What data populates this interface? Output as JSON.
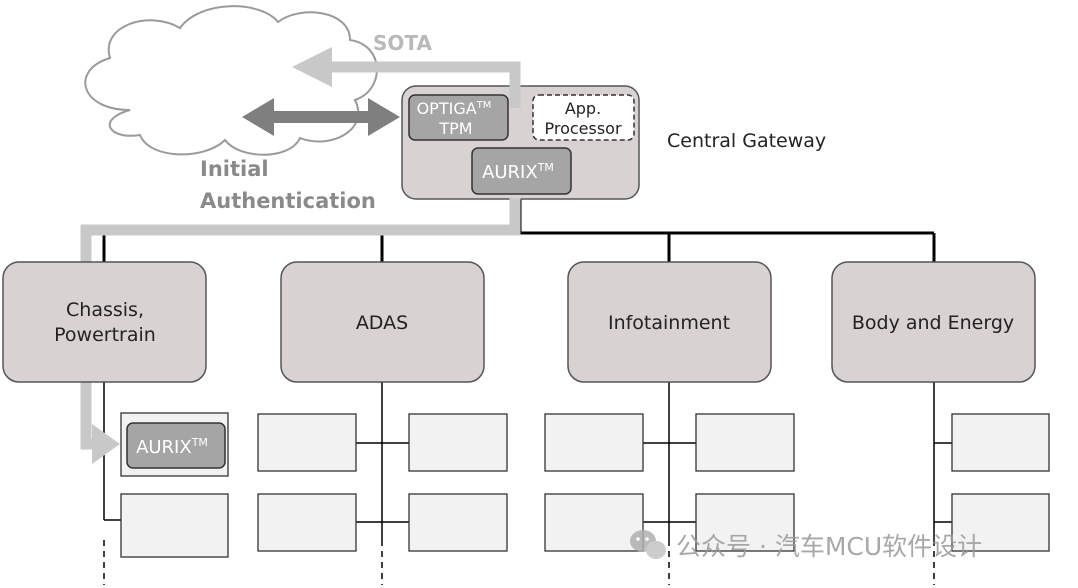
{
  "sota_label": "SOTA",
  "initial_auth": {
    "line1": "Initial",
    "line2": "Authentication"
  },
  "gateway": {
    "title": "Central Gateway",
    "optiga": {
      "line1": "OPTIGA",
      "tm": "TM",
      "line2": "TPM"
    },
    "app_processor": {
      "line1": "App.",
      "line2": "Processor"
    },
    "aurix": {
      "name": "AURIX",
      "tm": "TM"
    }
  },
  "domains": {
    "chassis": {
      "line1": "Chassis,",
      "line2": "Powertrain"
    },
    "adas": {
      "label": "ADAS"
    },
    "infotainment": {
      "label": "Infotainment"
    },
    "body": {
      "label": "Body and Energy"
    }
  },
  "ecu_aurix": {
    "name": "AURIX",
    "tm": "TM"
  },
  "watermark": {
    "text": "公众号 · 汽车MCU软件设计"
  },
  "colors": {
    "box_fill": "#d9d2d2",
    "chip_fill": "#a5a5a5",
    "ecu_fill": "#f2f2f2",
    "arrow_light": "#c8c8c8",
    "arrow_dark": "#7f7f7f"
  }
}
